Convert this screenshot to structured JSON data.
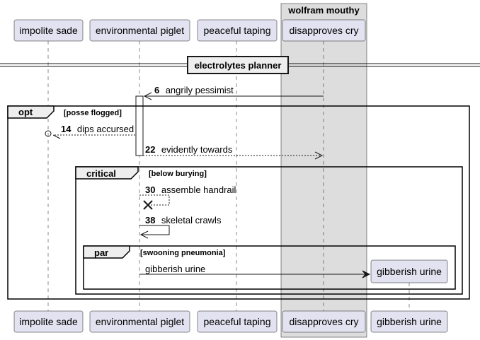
{
  "diagram": {
    "box": {
      "title": "wolfram mouthy",
      "fill": "#DDDDDD"
    },
    "participants": [
      {
        "id": "p1",
        "label": "impolite sade"
      },
      {
        "id": "p2",
        "label": "environmental piglet"
      },
      {
        "id": "p3",
        "label": "peaceful taping"
      },
      {
        "id": "p4",
        "label": "disapproves cry"
      }
    ],
    "created_participant": {
      "id": "p5",
      "label": "gibberish urine"
    },
    "divider": {
      "label": "electrolytes planner"
    },
    "messages": [
      {
        "num": "6",
        "text": "angrily pessimist"
      },
      {
        "num": "14",
        "text": "dips accursed"
      },
      {
        "num": "22",
        "text": "evidently towards"
      },
      {
        "num": "30",
        "text": "assemble handrail"
      },
      {
        "num": "38",
        "text": "skeletal crawls"
      },
      {
        "num": "",
        "text": "gibberish urine"
      }
    ],
    "fragments": [
      {
        "keyword": "opt",
        "guard": "[posse flogged]"
      },
      {
        "keyword": "critical",
        "guard": "[below burying]"
      },
      {
        "keyword": "par",
        "guard": "[swooning pneumonia]"
      }
    ],
    "colors": {
      "participant_fill": "#E2E2F0",
      "line": "#181818",
      "box_fill": "#DDDDDD"
    }
  }
}
